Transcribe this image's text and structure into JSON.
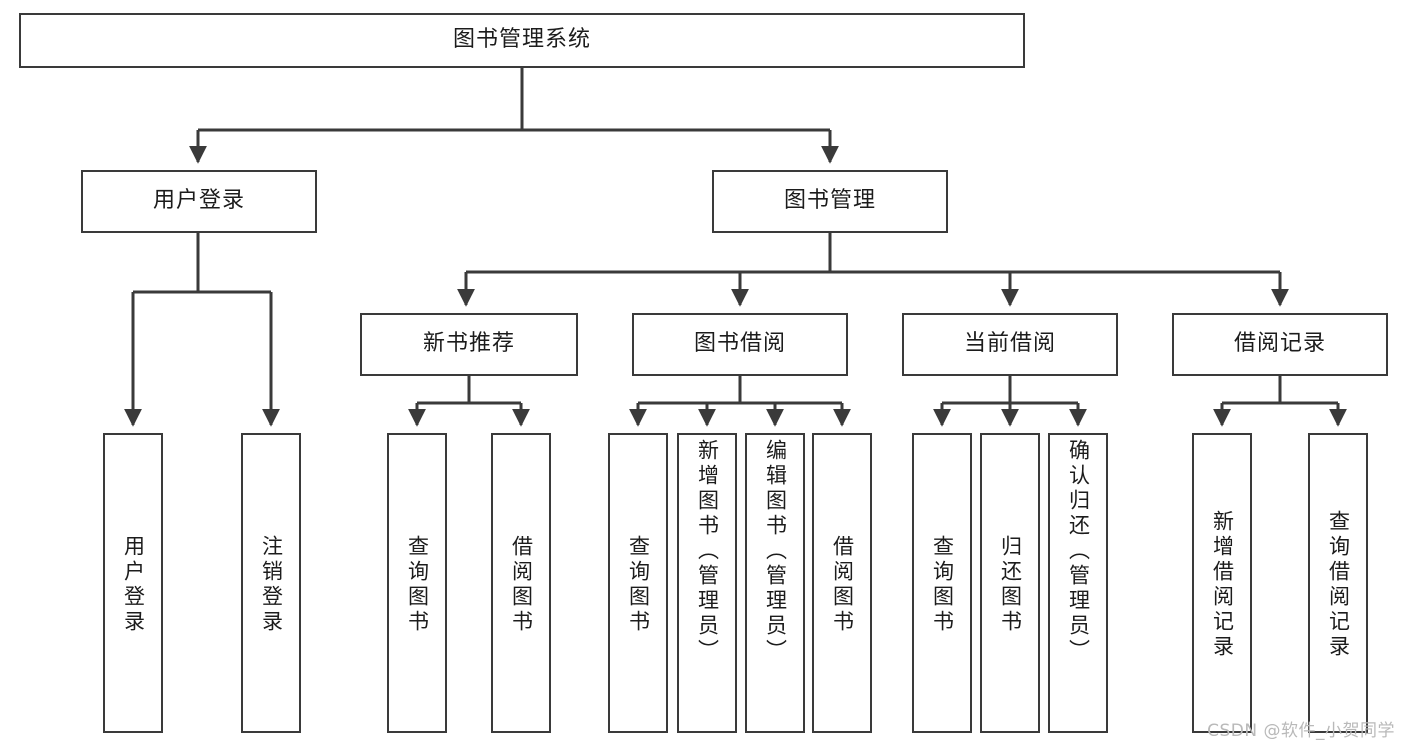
{
  "diagram": {
    "type": "tree-hierarchy-chart",
    "title_node": {
      "id": "root",
      "label": "图书管理系统"
    },
    "level2": [
      {
        "id": "user-login",
        "label": "用户登录"
      },
      {
        "id": "book-manage",
        "label": "图书管理"
      }
    ],
    "level3": [
      {
        "id": "new-book-recommend",
        "label": "新书推荐",
        "parent": "book-manage"
      },
      {
        "id": "book-borrow",
        "label": "图书借阅",
        "parent": "book-manage"
      },
      {
        "id": "current-borrow",
        "label": "当前借阅",
        "parent": "book-manage"
      },
      {
        "id": "borrow-record",
        "label": "借阅记录",
        "parent": "book-manage"
      }
    ],
    "leaves": [
      {
        "id": "leaf-user-login",
        "label": "用户登录",
        "parent": "user-login"
      },
      {
        "id": "leaf-logout-login",
        "label": "注销登录",
        "parent": "user-login"
      },
      {
        "id": "leaf-query-book-1",
        "label": "查询图书",
        "parent": "new-book-recommend"
      },
      {
        "id": "leaf-borrow-book-1",
        "label": "借阅图书",
        "parent": "new-book-recommend"
      },
      {
        "id": "leaf-query-book-2",
        "label": "查询图书",
        "parent": "book-borrow"
      },
      {
        "id": "leaf-add-book",
        "label": "新增图书（管理员）",
        "parent": "book-borrow"
      },
      {
        "id": "leaf-edit-book",
        "label": "编辑图书（管理员）",
        "parent": "book-borrow"
      },
      {
        "id": "leaf-borrow-book-2",
        "label": "借阅图书",
        "parent": "book-borrow"
      },
      {
        "id": "leaf-query-book-3",
        "label": "查询图书",
        "parent": "current-borrow"
      },
      {
        "id": "leaf-return-book",
        "label": "归还图书",
        "parent": "current-borrow"
      },
      {
        "id": "leaf-confirm-return",
        "label": "确认归还（管理员）",
        "parent": "current-borrow"
      },
      {
        "id": "leaf-add-record",
        "label": "新增借阅记录",
        "parent": "borrow-record"
      },
      {
        "id": "leaf-query-record",
        "label": "查询借阅记录",
        "parent": "borrow-record"
      }
    ],
    "colors": {
      "stroke": "#3a3a3a",
      "background": "#ffffff",
      "text": "#1c1c1c",
      "watermark": "#b9b9b9"
    }
  },
  "watermark": {
    "text": "CSDN @软件_小贺同学"
  }
}
